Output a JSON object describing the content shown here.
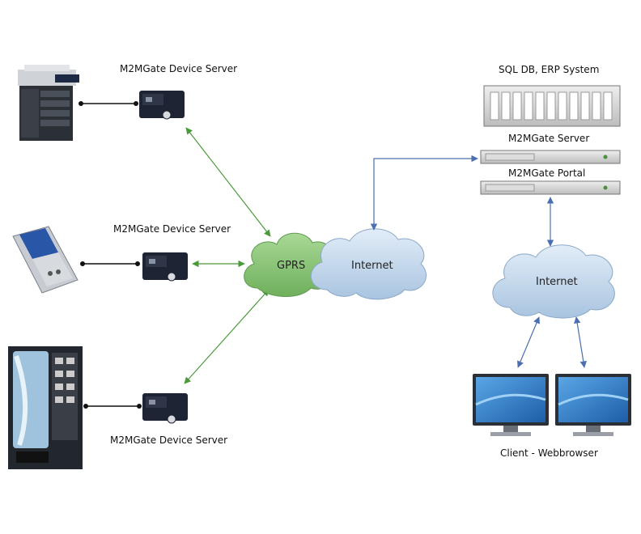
{
  "labels": {
    "device_server_1": "M2MGate Device Server",
    "device_server_2": "M2MGate Device Server",
    "device_server_3": "M2MGate Device Server",
    "sql_db": "SQL DB, ERP System",
    "m2m_server": "M2MGate Server",
    "m2m_portal": "M2MGate Portal",
    "gprs": "GPRS",
    "internet_left": "Internet",
    "internet_right": "Internet",
    "client": "Client - Webbrowser"
  },
  "colors": {
    "gprs_cloud": "#8dc87a",
    "internet_cloud": "#c4d9ee",
    "green_link": "#4a9a3a",
    "blue_link": "#4a6fb0",
    "dark_device": "#1e2433",
    "monitor_blue": "#2d78c2"
  }
}
